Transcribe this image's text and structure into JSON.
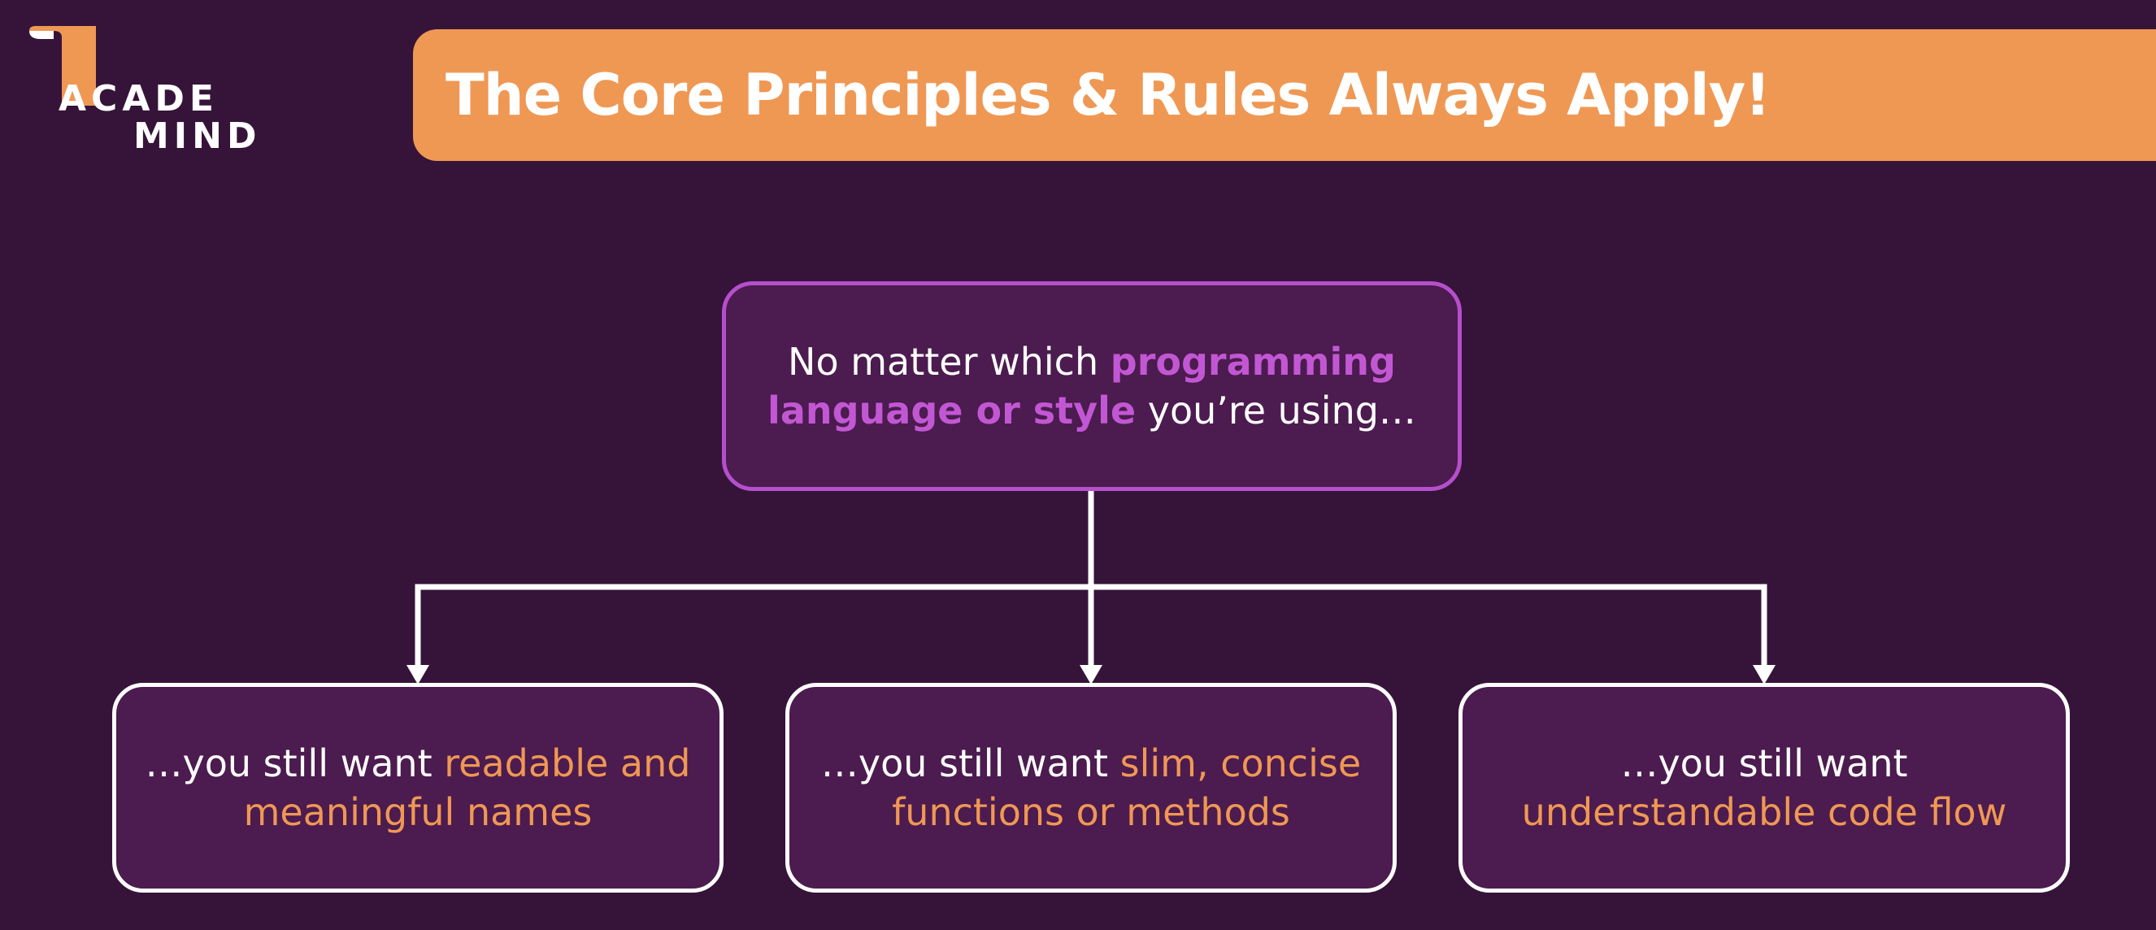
{
  "logo": {
    "line1": "ACADE",
    "line2": "MIND",
    "flag_color": "#ef9854"
  },
  "title": "The Core Principles & Rules Always Apply!",
  "colors": {
    "background": "#36143a",
    "banner": "#ef9854",
    "box_fill": "#4c1b4f",
    "top_border": "#b54fcb",
    "purple_highlight": "#c257d3",
    "orange_highlight": "#ef9854",
    "connector": "#ffffff"
  },
  "top_box": {
    "text_before": "No matter which ",
    "highlight": "programming language or style",
    "text_after": " you’re using…"
  },
  "bottom_boxes": [
    {
      "prefix": "…you still want ",
      "highlight": "readable and meaningful names"
    },
    {
      "prefix": "…you still want ",
      "highlight": "slim, concise functions or methods"
    },
    {
      "prefix": "…you still want ",
      "highlight": "understandable code flow"
    }
  ]
}
